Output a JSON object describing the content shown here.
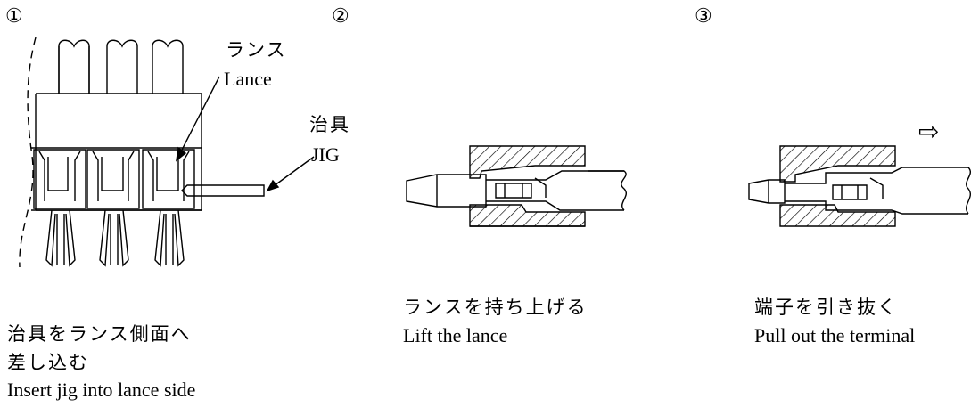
{
  "steps": [
    {
      "number": "①",
      "callouts": {
        "lance_jp": "ランス",
        "lance_en": "Lance",
        "jig_jp": "治具",
        "jig_en": "JIG"
      },
      "caption_jp_1": "治具をランス側面へ",
      "caption_jp_2": "差し込む",
      "caption_en": "Insert jig into lance side"
    },
    {
      "number": "②",
      "caption_jp": "ランスを持ち上げる",
      "caption_en": "Lift the lance"
    },
    {
      "number": "③",
      "direction_arrow": "⇨",
      "caption_jp": "端子を引き抜く",
      "caption_en": "Pull out the terminal"
    }
  ],
  "colors": {
    "line": "#000000",
    "background": "#ffffff"
  }
}
